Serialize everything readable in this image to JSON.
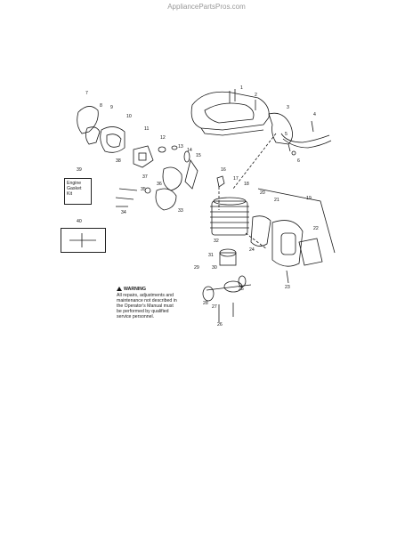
{
  "watermark": "AppliancePartsPros.com",
  "kit": {
    "line1": "Engine",
    "line2": "Gasket",
    "line3": "Kit"
  },
  "warning": {
    "title": "WARNING",
    "body": "All repairs, adjustments and maintenance not described in the Operator's Manual must be performed by qualified service personnel."
  },
  "callouts": [
    "1",
    "2",
    "3",
    "4",
    "5",
    "6",
    "7",
    "8",
    "9",
    "10",
    "11",
    "12",
    "13",
    "14",
    "15",
    "16",
    "17",
    "18",
    "19",
    "20",
    "21",
    "22",
    "23",
    "24",
    "25",
    "26",
    "27",
    "28",
    "29",
    "30",
    "31",
    "32",
    "33",
    "34",
    "35",
    "36",
    "37",
    "38",
    "39",
    "40"
  ]
}
